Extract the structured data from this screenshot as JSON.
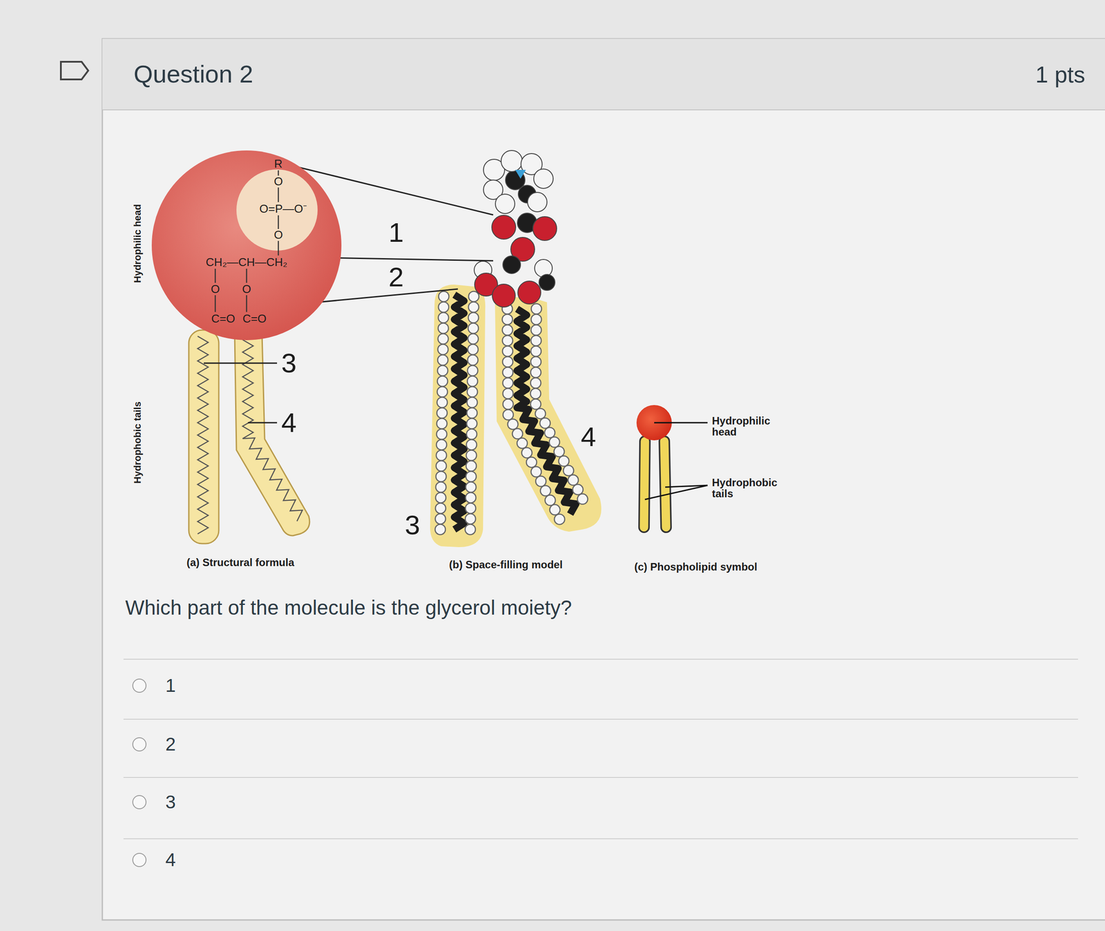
{
  "diagram": {
    "nodes": [
      {
        "text": [
          "Question 2",
          "1 pts"
        ]
      },
      {
        "text": [
          "CH₂—CH—CH₂",
          "O",
          "O",
          "C=O",
          "C=O"
        ]
      },
      {
        "text": [
          "R",
          "O",
          "O=P—O⁻",
          "O"
        ],
        "in": 1
      }
    ],
    "labels": [
      "Hydrophilic head",
      "Hydrophobic tails",
      "3",
      "4",
      "1",
      "2",
      "3",
      "4",
      "Hydrophilic head",
      "Hydrophobic tails",
      "(a) Structural formula",
      "(b) Space-filling model",
      "(c) Phospholipid symbol",
      "Which part of the molecule is the glycerol moiety?",
      "1",
      "2",
      "3",
      "4"
    ]
  }
}
